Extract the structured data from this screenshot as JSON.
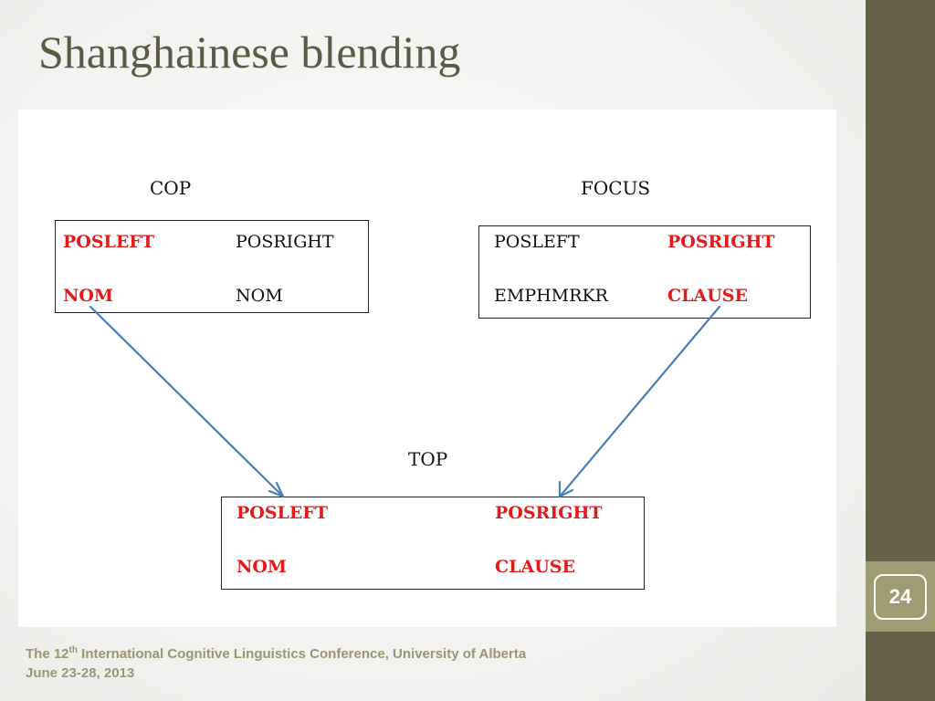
{
  "slide": {
    "title": "Shanghainese blending",
    "page_number": "24"
  },
  "diagram": {
    "cop": {
      "label": "COP",
      "cells": [
        {
          "text": "POSLEFT",
          "highlighted": true
        },
        {
          "text": "POSRIGHT",
          "highlighted": false
        },
        {
          "text": "NOM",
          "highlighted": true
        },
        {
          "text": "NOM",
          "highlighted": false
        }
      ]
    },
    "focus": {
      "label": "FOCUS",
      "cells": [
        {
          "text": "POSLEFT",
          "highlighted": false
        },
        {
          "text": "POSRIGHT",
          "highlighted": true
        },
        {
          "text": "EMPHMRKR",
          "highlighted": false
        },
        {
          "text": "CLAUSE",
          "highlighted": true
        }
      ]
    },
    "top": {
      "label": "TOP",
      "cells": [
        {
          "text": "POSLEFT",
          "highlighted": true
        },
        {
          "text": "POSRIGHT",
          "highlighted": true
        },
        {
          "text": "NOM",
          "highlighted": true
        },
        {
          "text": "CLAUSE",
          "highlighted": true
        }
      ]
    },
    "arrows": [
      {
        "from": "cop.NOM",
        "to": "top"
      },
      {
        "from": "focus.CLAUSE",
        "to": "top"
      }
    ],
    "colors": {
      "highlight": "#e4191b",
      "arrow": "#4a7ebb",
      "border": "#222222"
    }
  },
  "footer": {
    "line1_prefix": "The 12",
    "line1_sup": "th",
    "line1_suffix": " International Cognitive Linguistics Conference, University of Alberta",
    "line2": "June 23-28, 2013"
  },
  "theme": {
    "sidebar_color": "#676049",
    "number_strip_color": "#9f9b74",
    "title_color": "#5c5a45",
    "footer_color": "#9c9572"
  }
}
